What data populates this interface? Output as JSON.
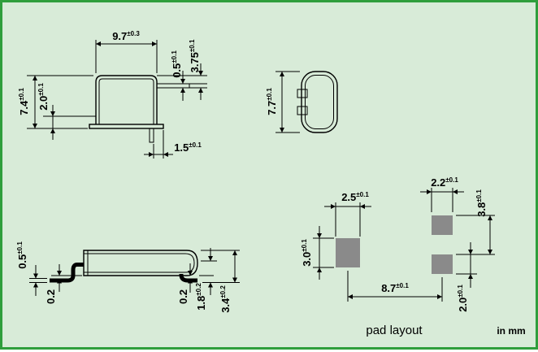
{
  "footer": {
    "units": "in mm"
  },
  "colors": {
    "background": "#d8ebd8",
    "border": "#2f9e3c",
    "pad_fill": "#8a8a8a",
    "line": "#000000"
  },
  "views": {
    "front": {
      "dims": {
        "width": {
          "value": "9.7",
          "tol": "±0.3"
        },
        "lead_diameter": {
          "value": "0.5",
          "tol": "±0.1"
        },
        "lead_offset": {
          "value": "3.75",
          "tol": "±0.1"
        },
        "height": {
          "value": "7.4",
          "tol": "±0.1"
        },
        "base_height": {
          "value": "2.0",
          "tol": "±0.1"
        },
        "base_lip": {
          "value": "1.5",
          "tol": "±0.1"
        }
      }
    },
    "end": {
      "dims": {
        "depth": {
          "value": "7.7",
          "tol": "±0.1"
        }
      }
    },
    "side": {
      "dims": {
        "lead_thickness": {
          "value": "0.5",
          "tol": "±0.1"
        },
        "standoff_left": {
          "value": "0.2",
          "tol": ""
        },
        "standoff_right": {
          "value": "0.2",
          "tol": ""
        },
        "lead_height": {
          "value": "1.8",
          "tol": "±0.2"
        },
        "total_height": {
          "value": "3.4",
          "tol": "±0.2"
        }
      }
    },
    "pads": {
      "label": "pad layout",
      "dims": {
        "left_pad_width": {
          "value": "2.5",
          "tol": "±0.1"
        },
        "right_pad_width": {
          "value": "2.2",
          "tol": "±0.1"
        },
        "right_pad_pitch": {
          "value": "3.8",
          "tol": "±0.1"
        },
        "left_pad_height": {
          "value": "3.0",
          "tol": "±0.1"
        },
        "pad_span": {
          "value": "8.7",
          "tol": "±0.1"
        },
        "right_pad_height": {
          "value": "2.0",
          "tol": "±0.1"
        }
      }
    }
  }
}
